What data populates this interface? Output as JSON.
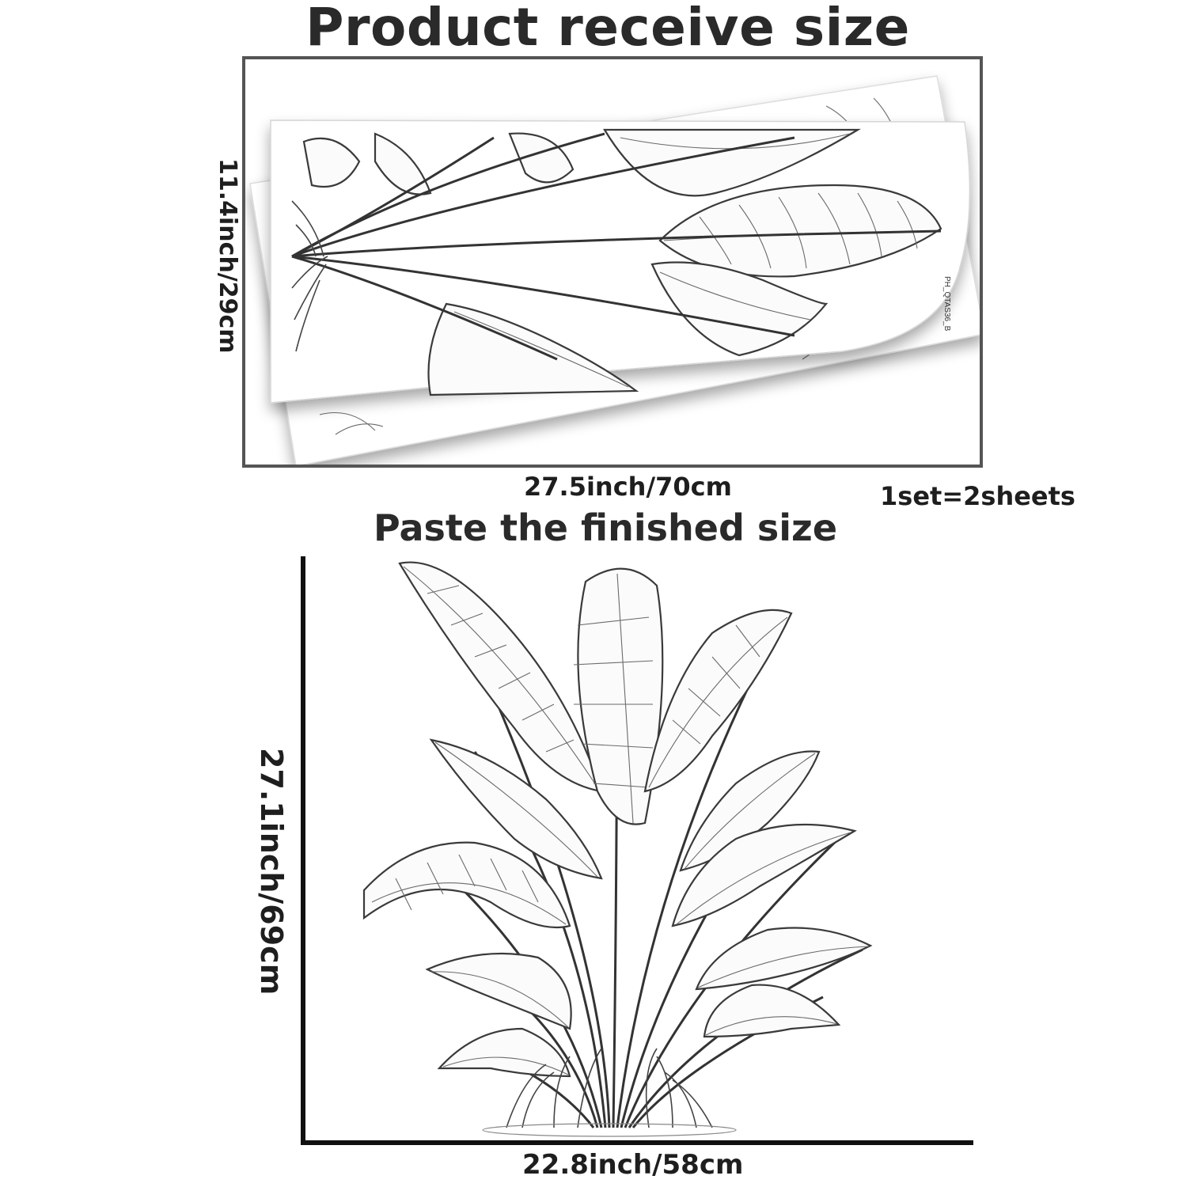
{
  "titles": {
    "receive": "Product receive size",
    "finished": "Paste the finished size"
  },
  "receive_panel": {
    "height_label": "11.4inch/29cm",
    "width_label": "27.5inch/70cm",
    "set_note": "1set=2sheets",
    "sheet_code": "PH_QTAS36_B"
  },
  "finished_panel": {
    "height_label": "27.1inch/69cm",
    "width_label": "22.8inch/58cm"
  },
  "colors": {
    "frame": "#555555",
    "line_art": "#3a3a3a",
    "background": "#ffffff"
  }
}
